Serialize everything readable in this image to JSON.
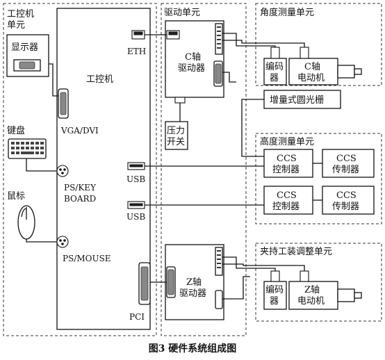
{
  "labels": {
    "ipc_unit_line1": "工控机",
    "ipc_unit_line2": "单元",
    "monitor": "显示器",
    "keyboard": "键盘",
    "mouse": "鼠标",
    "ipc": "工控机",
    "eth": "ETH",
    "vga": "VGA/DVI",
    "ps_key_line1": "PS/KEY",
    "ps_key_line2": "BOARD",
    "ps_mouse": "PS/MOUSE",
    "usb1": "USB",
    "usb2": "USB",
    "pci": "PCI",
    "drive_unit": "驱动单元",
    "c_driver_line1": "C轴",
    "c_driver_line2": "驱动器",
    "pressure_line1": "压力",
    "pressure_line2": "开关",
    "angle_unit": "角度测量单元",
    "encoder1_line1": "编码",
    "encoder1_line2": "器",
    "c_motor_line1": "C轴",
    "c_motor_line2": "电动机",
    "grating": "增量式圆光栅",
    "height_unit": "高度测量单元",
    "ccs_ctrl1_line1": "CCS",
    "ccs_ctrl1_line2": "控制器",
    "ccs_sensor1_line1": "CCS",
    "ccs_sensor1_line2": "传制器",
    "ccs_ctrl2_line1": "CCS",
    "ccs_ctrl2_line2": "控制器",
    "ccs_sensor2_line1": "CCS",
    "ccs_sensor2_line2": "传制器",
    "clamp_unit": "夹持工装调整单元",
    "z_driver_line1": "Z轴",
    "z_driver_line2": "驱动器",
    "encoder2_line1": "编码",
    "encoder2_line2": "器",
    "z_motor_line1": "Z轴",
    "z_motor_line2": "电动机"
  },
  "caption": "图3   硬件系统组成图"
}
